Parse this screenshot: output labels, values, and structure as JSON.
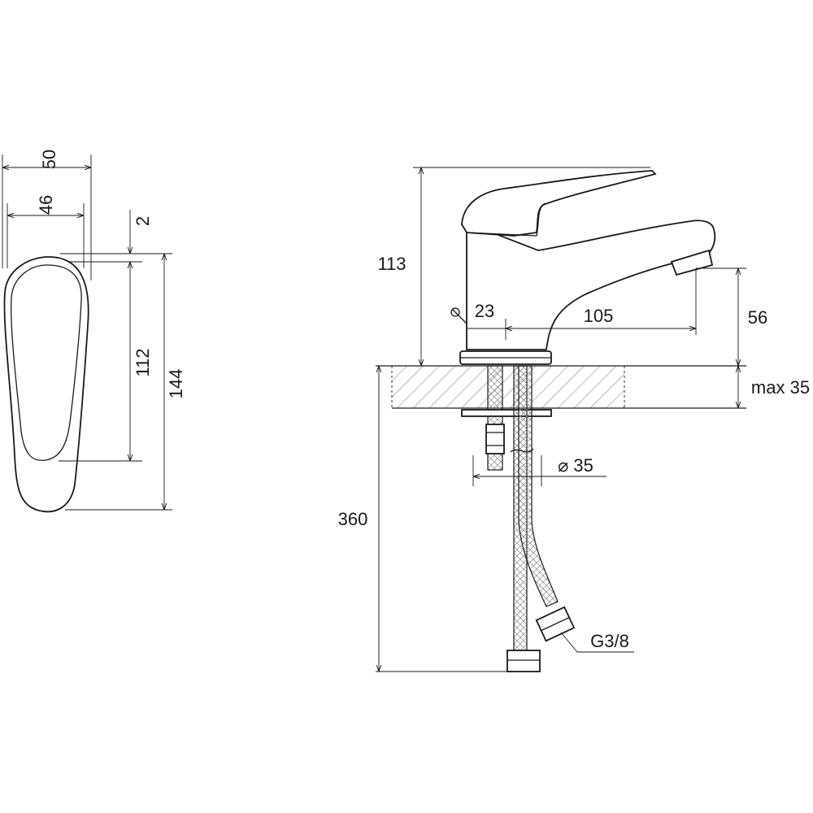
{
  "drawing": {
    "side_view": {
      "dim_width_total": "50",
      "dim_width_inner": "46",
      "dim_gap": "2",
      "dim_lever_height": "112",
      "dim_total_height": "144"
    },
    "front_view": {
      "dim_height": "113",
      "dim_spout_height": "56",
      "dim_reach": "105",
      "dim_offset": "23",
      "dim_countertop": "max 35",
      "dim_hole_diameter": "⌀ 35",
      "dim_hose_length": "360",
      "dim_thread": "G3/8"
    }
  }
}
